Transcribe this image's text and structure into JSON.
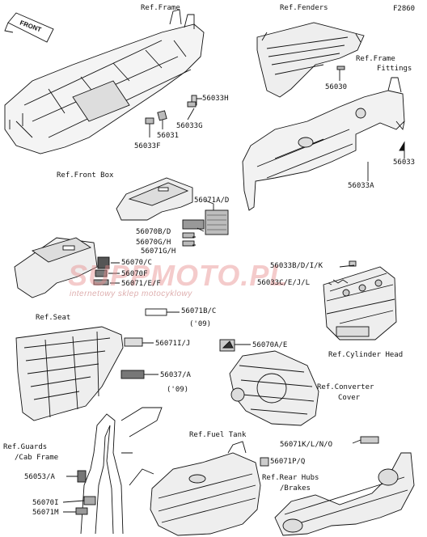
{
  "diagram_code": "F2860",
  "front_arrow": "FRONT",
  "watermark": {
    "main": "SUPPMOTO.PL",
    "sub": "internetowy sklep motocyklowy"
  },
  "refs": {
    "frame": "Ref.Frame",
    "fenders": "Ref.Fenders",
    "frame_fittings_1": "Ref.Frame",
    "frame_fittings_2": "Fittings",
    "front_box": "Ref.Front Box",
    "seat": "Ref.Seat",
    "cylinder_head": "Ref.Cylinder Head",
    "converter_cover_1": "Ref.Converter",
    "converter_cover_2": "Cover",
    "guards_1": "Ref.Guards",
    "guards_2": "/Cab Frame",
    "fuel_tank": "Ref.Fuel Tank",
    "rear_hubs_1": "Ref.Rear Hubs",
    "rear_hubs_2": "/Brakes"
  },
  "parts": {
    "p56033H": "56033H",
    "p56033G": "56033G",
    "p56031": "56031",
    "p56033F": "56033F",
    "p56030": "56030",
    "p56033": "56033",
    "p56033A": "56033A",
    "p56071AD": "56071A/D",
    "p56070BD": "56070B/D",
    "p56070GH": "56070G/H",
    "p56071GH": "56071G/H",
    "p56070C": "56070/C",
    "p56070F": "56070F",
    "p56071EF": "56071/E/F",
    "p56033BDIK": "56033B/D/I/K",
    "p56033CEJL": "56033C/E/J/L",
    "p56071BC": "56071B/C",
    "p09a": "('09)",
    "p56071IJ": "56071I/J",
    "p56037A": "56037/A",
    "p09b": "('09)",
    "p56070AE": "56070A/E",
    "p56053A": "56053/A",
    "p56070I": "56070I",
    "p56071M": "56071M",
    "p56071KLNO": "56071K/L/N/O",
    "p56071PQ": "56071P/Q"
  }
}
